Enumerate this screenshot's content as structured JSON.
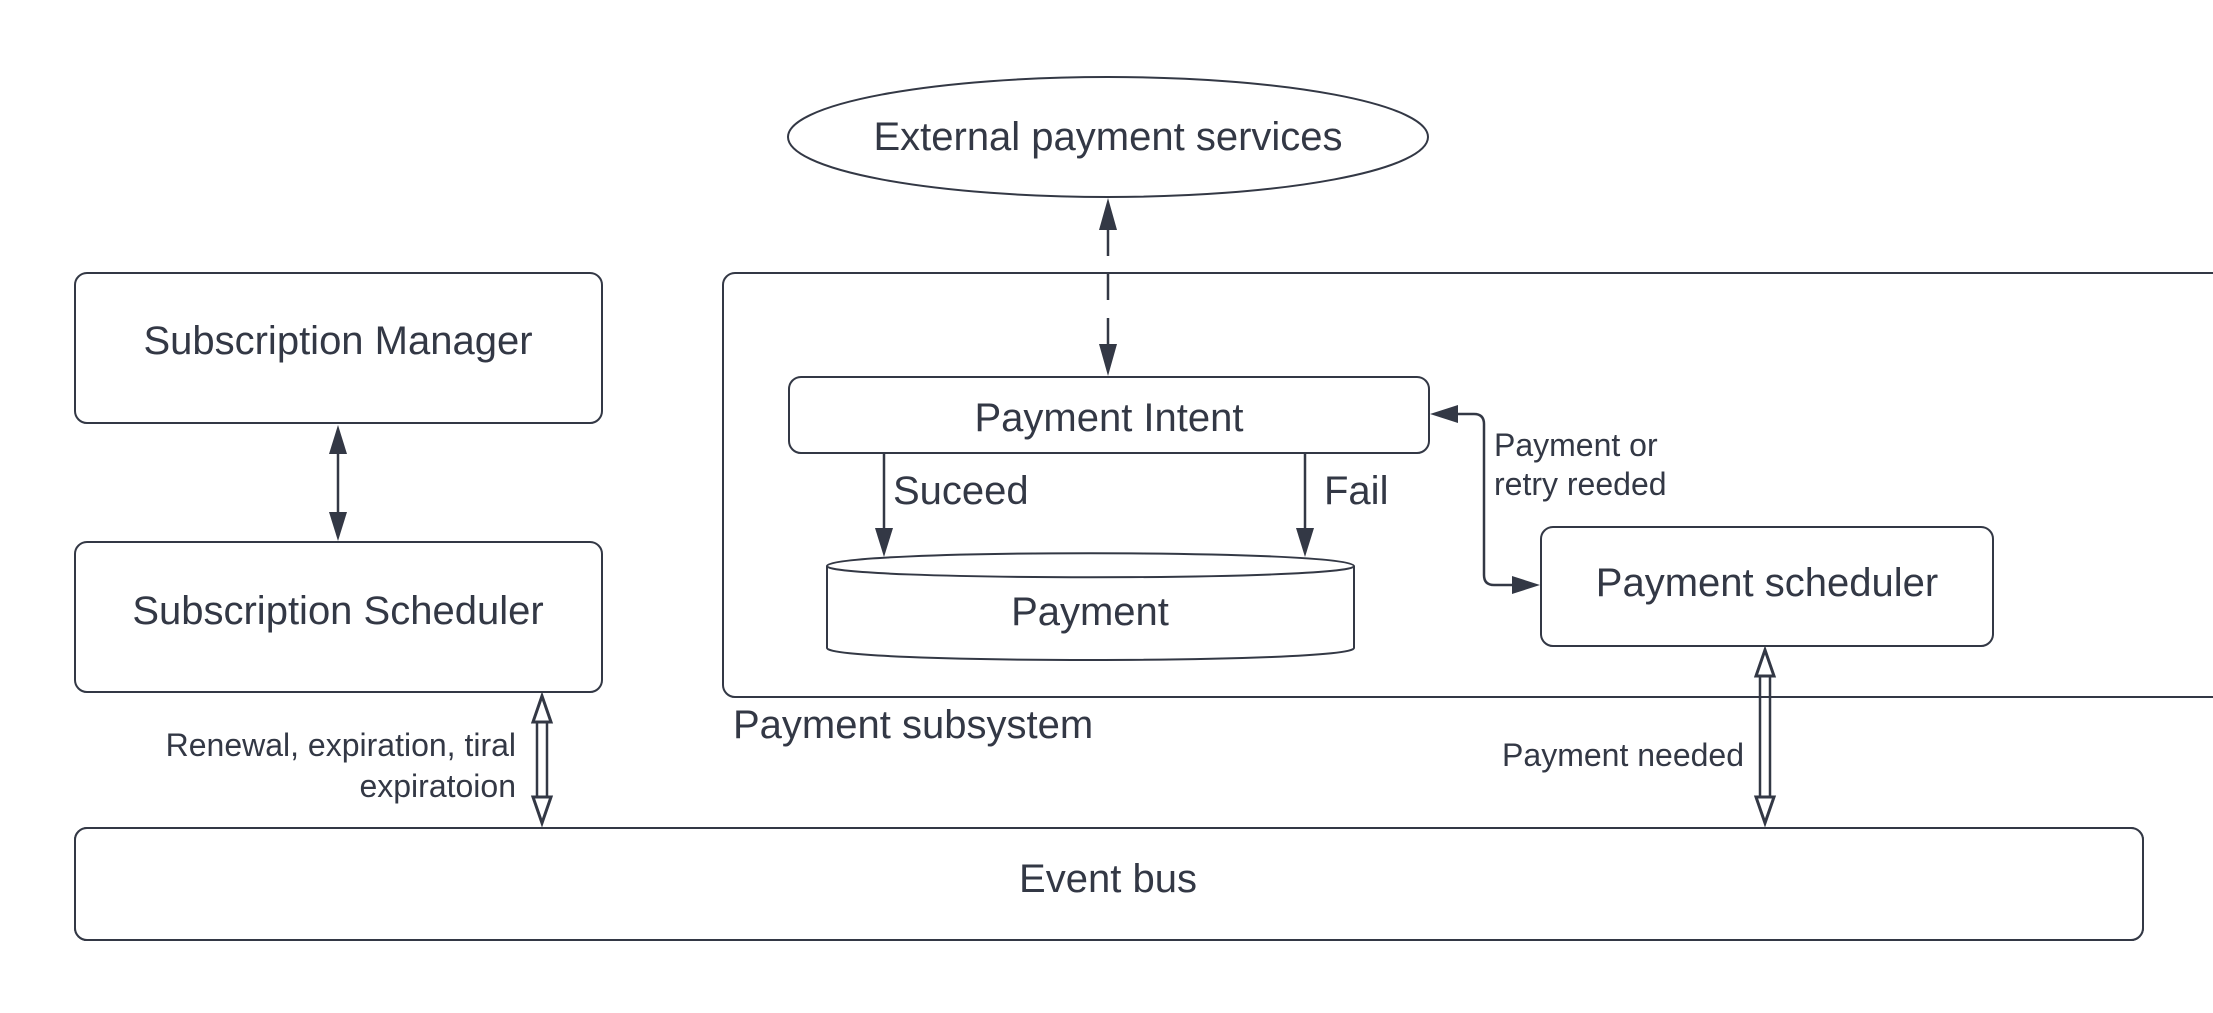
{
  "nodes": {
    "external_payment_services": "External payment services",
    "subscription_manager": "Subscription Manager",
    "subscription_scheduler": "Subscription Scheduler",
    "payment_intent": "Payment Intent",
    "payment": "Payment",
    "payment_scheduler": "Payment scheduler",
    "event_bus": "Event bus"
  },
  "groups": {
    "payment_subsystem": "Payment subsystem"
  },
  "edges": {
    "succeed": "Suceed",
    "fail": "Fail",
    "payment_or_retry_line1": "Payment or",
    "payment_or_retry_line2": "retry reeded",
    "renewal_line1": "Renewal, expiration, tiral",
    "renewal_line2": "expiratoion",
    "payment_needed": "Payment needed"
  },
  "colors": {
    "stroke": "#333845",
    "background": "#ffffff"
  }
}
